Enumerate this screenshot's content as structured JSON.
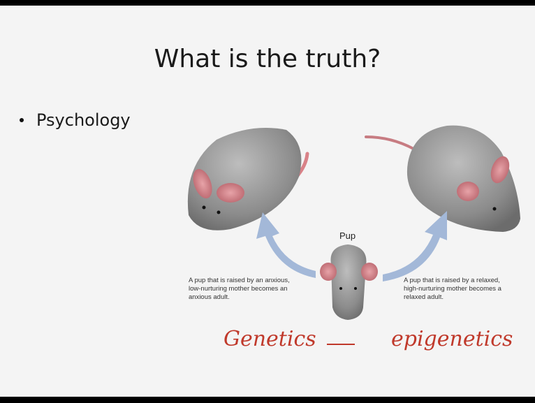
{
  "slide": {
    "title": "What is the truth?",
    "bullets": [
      "Psychology"
    ]
  },
  "figure": {
    "pup_label": "Pup",
    "caption_left": "A pup that is raised by an anxious, low-nurturing mother becomes an anxious adult.",
    "caption_right": "A pup that is raised by a relaxed, high-nurturing mother becomes a relaxed adult."
  },
  "handwriting": {
    "left": "Genetics",
    "right": "epigenetics"
  }
}
